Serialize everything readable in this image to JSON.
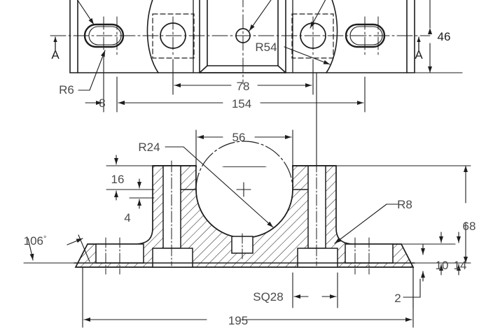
{
  "drawing": {
    "title": "Bearing housing / pillow block — orthographic engineering drawing",
    "views": [
      {
        "name": "top-view",
        "label": ""
      },
      {
        "name": "section-view",
        "label": ""
      }
    ],
    "section_marks": [
      {
        "id": "left",
        "label": "A"
      },
      {
        "id": "right",
        "label": "A"
      }
    ],
    "dimensions": {
      "top_view": [
        {
          "id": "slot-offset",
          "value": "8",
          "kind": "linear"
        },
        {
          "id": "bolt-spacing-inner",
          "value": "78",
          "kind": "linear"
        },
        {
          "id": "bolt-spacing-outer",
          "value": "154",
          "kind": "linear"
        },
        {
          "id": "width",
          "value": "46",
          "kind": "linear"
        }
      ],
      "section_view": [
        {
          "id": "bore-top-width",
          "value": "56",
          "kind": "linear"
        },
        {
          "id": "cap-thickness",
          "value": "16",
          "kind": "linear"
        },
        {
          "id": "step-height",
          "value": "4",
          "kind": "linear"
        },
        {
          "id": "overall-height",
          "value": "68",
          "kind": "linear"
        },
        {
          "id": "base-recess",
          "value": "10",
          "kind": "linear"
        },
        {
          "id": "base-thickness",
          "value": "14",
          "kind": "linear"
        },
        {
          "id": "base-lip",
          "value": "2",
          "kind": "linear"
        },
        {
          "id": "overall-length",
          "value": "195",
          "kind": "linear"
        },
        {
          "id": "counterbore-square",
          "value": "SQ28",
          "kind": "linear"
        },
        {
          "id": "draft-angle",
          "value": "106",
          "kind": "angular",
          "unit": "°"
        }
      ]
    },
    "radii": [
      {
        "id": "slot-radius",
        "label": "R6"
      },
      {
        "id": "outer-profile-radius",
        "label": "R54"
      },
      {
        "id": "bore-radius",
        "label": "R24"
      },
      {
        "id": "fillet-radius",
        "label": "R8"
      }
    ],
    "colors": {
      "line": "#1d1d1d",
      "dim_text": "#4a4a4a",
      "background": "#ffffff"
    }
  }
}
